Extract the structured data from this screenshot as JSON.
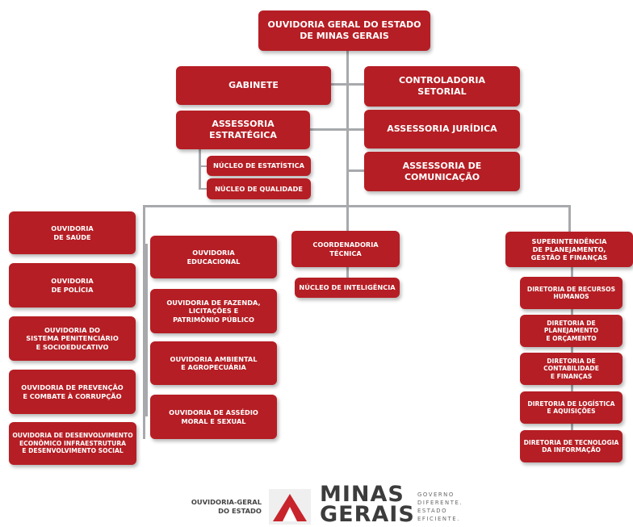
{
  "org_chart": {
    "top": "OUVIDORIA GERAL DO ESTADO\nDE MINAS GERAIS",
    "gabinete": "GABINETE",
    "controladoria": "CONTROLADORIA\nSETORIAL",
    "assessoria_estrategica": "ASSESSORIA  ESTRATÉGICA",
    "assessoria_juridica": "ASSESSORIA JURÍDICA",
    "nucleo_estatistica": "NÚCLEO DE ESTATÍSTICA",
    "nucleo_qualidade": "NÚCLEO DE QUALIDADE",
    "assessoria_comunicacao": "ASSESSORIA DE COMUNICAÇÃO",
    "col1": [
      "OUVIDORIA\nDE SAÚDE",
      "OUVIDORIA\nDE POLÍCIA",
      "OUVIDORIA DO\nSISTEMA PENITENCIÁRIO\nE SOCIOEDUCATIVO",
      "OUVIDORIA DE PREVENÇÃO\nE COMBATE À CORRUPÇÃO",
      "OUVIDORIA  DE DESENVOLVIMENTO\nECONÔMICO INFRAESTRUTURA\nE DESENVOLVIMENTO SOCIAL"
    ],
    "col2": [
      "OUVIDORIA\nEDUCACIONAL",
      "OUVIDORIA DE FAZENDA,\nLICITAÇÕES E\nPATRIMÔNIO PÚBLICO",
      "OUVIDORIA AMBIENTAL\nE AGROPECUÁRIA",
      "OUVIDORIA DE ASSÉDIO\nMORAL E SEXUAL"
    ],
    "coordenadoria": "COORDENADORIA\nTÉCNICA",
    "nucleo_inteligencia": "NÚCLEO DE INTELIGÊNCIA",
    "superintendencia": "SUPERINTENDÊNCIA\nDE PLANEJAMENTO,\nGESTÃO E FINANÇAS",
    "diretorias": [
      "DIRETORIA DE RECURSOS\nHUMANOS",
      "DIRETORIA DE PLANEJAMENTO\nE ORÇAMENTO",
      "DIRETORIA DE CONTABILIDADE\nE FINANÇAS",
      "DIRETORIA DE LOGÍSTICA\nE AQUISIÇÕES",
      "DIRETORIA DE TECNOLOGIA\nDA INFORMAÇÃO"
    ]
  },
  "footer": {
    "org_name": "OUVIDORIA-GERAL\nDO ESTADO",
    "logo_text": "MINAS\nGERAIS",
    "slogan": "GOVERNO\nDIFERENTE.\nESTADO\nEFICIENTE."
  },
  "colors": {
    "box": "#b51e24",
    "line": "#a7a9ac",
    "logo_red": "#c8242b"
  },
  "icons": [
    "minas-gerais-triangle-logo-icon"
  ]
}
